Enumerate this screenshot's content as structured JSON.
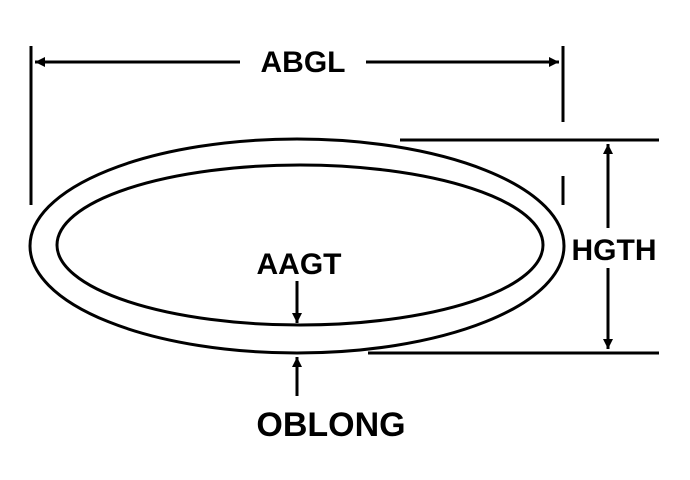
{
  "labels": {
    "overall_length": "ABGL",
    "height": "HGTH",
    "wall_thickness": "AAGT",
    "shape_name": "OBLONG"
  },
  "colors": {
    "ink": "#000000",
    "background": "#ffffff"
  }
}
